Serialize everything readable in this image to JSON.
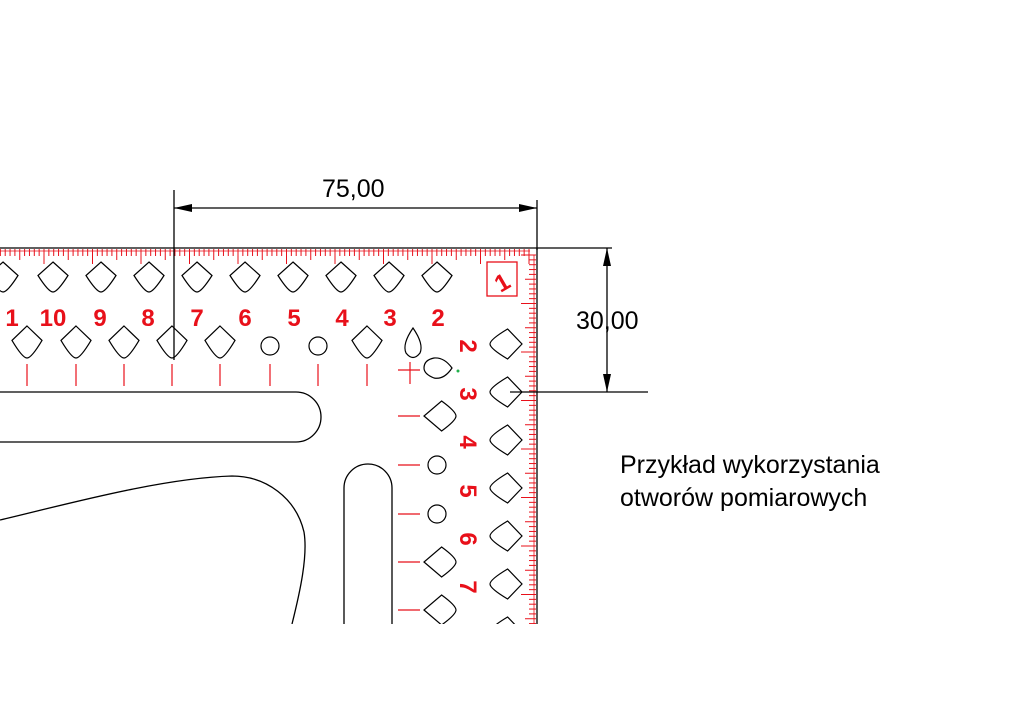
{
  "dimensions": {
    "horizontal": "75,00",
    "vertical": "30,00"
  },
  "note": {
    "line1": "Przykład wykorzystania",
    "line2": "otworów pomiarowych"
  },
  "top_labels": [
    "1",
    "10",
    "9",
    "8",
    "7",
    "6",
    "5",
    "4",
    "3",
    "2"
  ],
  "side_labels": [
    "2",
    "3",
    "4",
    "5",
    "6",
    "7"
  ],
  "corner_label": "1",
  "colors": {
    "scale": "#e8101a",
    "outline": "#000000",
    "background": "#ffffff"
  }
}
